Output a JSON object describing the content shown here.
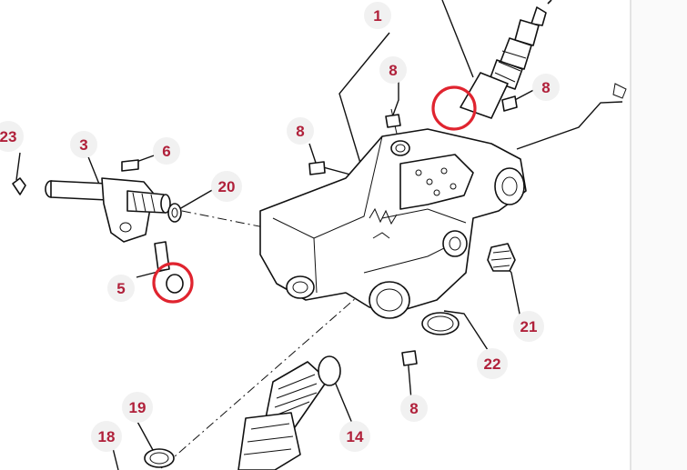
{
  "callouts": [
    {
      "id": "1",
      "label": "1"
    },
    {
      "id": "8a",
      "label": "8"
    },
    {
      "id": "8b",
      "label": "8"
    },
    {
      "id": "8c",
      "label": "8"
    },
    {
      "id": "8d",
      "label": "8"
    },
    {
      "id": "23",
      "label": "23"
    },
    {
      "id": "3",
      "label": "3"
    },
    {
      "id": "6",
      "label": "6"
    },
    {
      "id": "20",
      "label": "20"
    },
    {
      "id": "5",
      "label": "5"
    },
    {
      "id": "21",
      "label": "21"
    },
    {
      "id": "22",
      "label": "22"
    },
    {
      "id": "19",
      "label": "19"
    },
    {
      "id": "18",
      "label": "18"
    },
    {
      "id": "14",
      "label": "14"
    }
  ],
  "colors": {
    "callout_text": "#b0203a",
    "highlight": "#e0242f",
    "line": "#111111"
  }
}
